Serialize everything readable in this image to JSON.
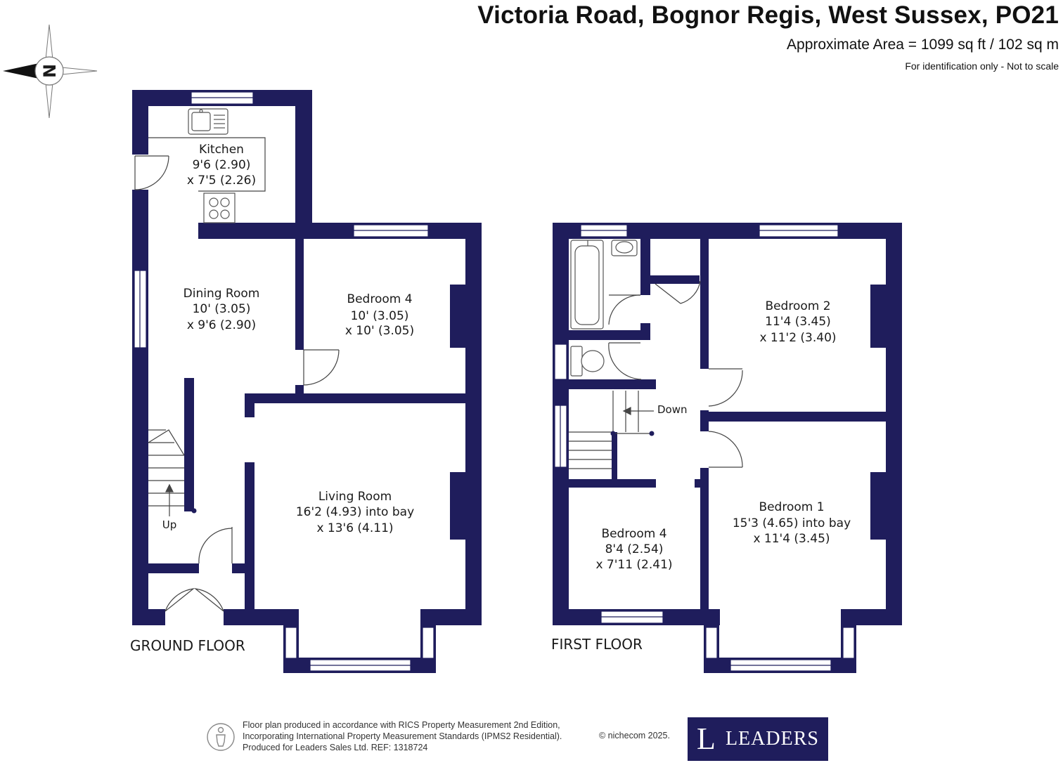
{
  "header": {
    "title": "Victoria Road, Bognor Regis, West Sussex, PO21",
    "area": "Approximate Area = 1099 sq ft / 102 sq m",
    "disclaimer": "For identification only - Not to scale"
  },
  "compass": {
    "letter": "N",
    "icon": "compass-icon"
  },
  "ground_floor": {
    "label": "GROUND FLOOR",
    "kitchen": {
      "name": "Kitchen",
      "dim1": "9'6 (2.90)",
      "dim2": "x 7'5 (2.26)"
    },
    "dining": {
      "name": "Dining Room",
      "dim1": "10' (3.05)",
      "dim2": "x 9'6 (2.90)"
    },
    "bedroom4": {
      "name": "Bedroom 4",
      "dim1": "10' (3.05)",
      "dim2": "x 10' (3.05)"
    },
    "living": {
      "name": "Living Room",
      "dim1": "16'2 (4.93) into bay",
      "dim2": "x 13'6 (4.11)"
    },
    "stairs": "Up"
  },
  "first_floor": {
    "label": "FIRST FLOOR",
    "bedroom2": {
      "name": "Bedroom 2",
      "dim1": "11'4 (3.45)",
      "dim2": "x 11'2 (3.40)"
    },
    "bedroom1": {
      "name": "Bedroom 1",
      "dim1": "15'3 (4.65) into bay",
      "dim2": "x 11'4 (3.45)"
    },
    "bedroom4": {
      "name": "Bedroom 4",
      "dim1": "8'4 (2.54)",
      "dim2": "x 7'11 (2.41)"
    },
    "stairs": "Down"
  },
  "footer": {
    "line1": "Floor plan produced in accordance with RICS Property Measurement 2nd Edition,",
    "line2": "Incorporating International Property Measurement Standards (IPMS2 Residential).",
    "line3": "Produced for Leaders Sales Ltd.   REF:  1318724",
    "copyright": "© nichecom 2025.",
    "logo_letter": "L",
    "logo_word": "LEADERS"
  },
  "colors": {
    "wall": "#1f1d5c",
    "window": "#ffffff",
    "text": "#1a1a1a",
    "fixture": "#555555"
  }
}
